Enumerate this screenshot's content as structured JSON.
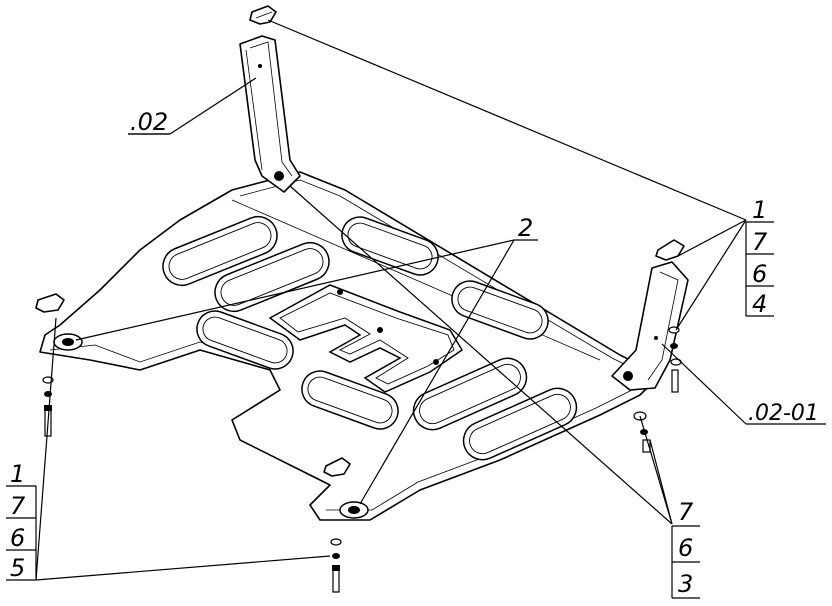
{
  "drawing": {
    "callouts": {
      "part_02": ".02",
      "part_02_01": ".02-01",
      "item_2": "2",
      "stack_top_right": [
        "1",
        "7",
        "6",
        "4"
      ],
      "stack_bottom_left": [
        "1",
        "7",
        "6",
        "5"
      ],
      "stack_bottom_right": [
        "7",
        "6",
        "3"
      ]
    }
  }
}
